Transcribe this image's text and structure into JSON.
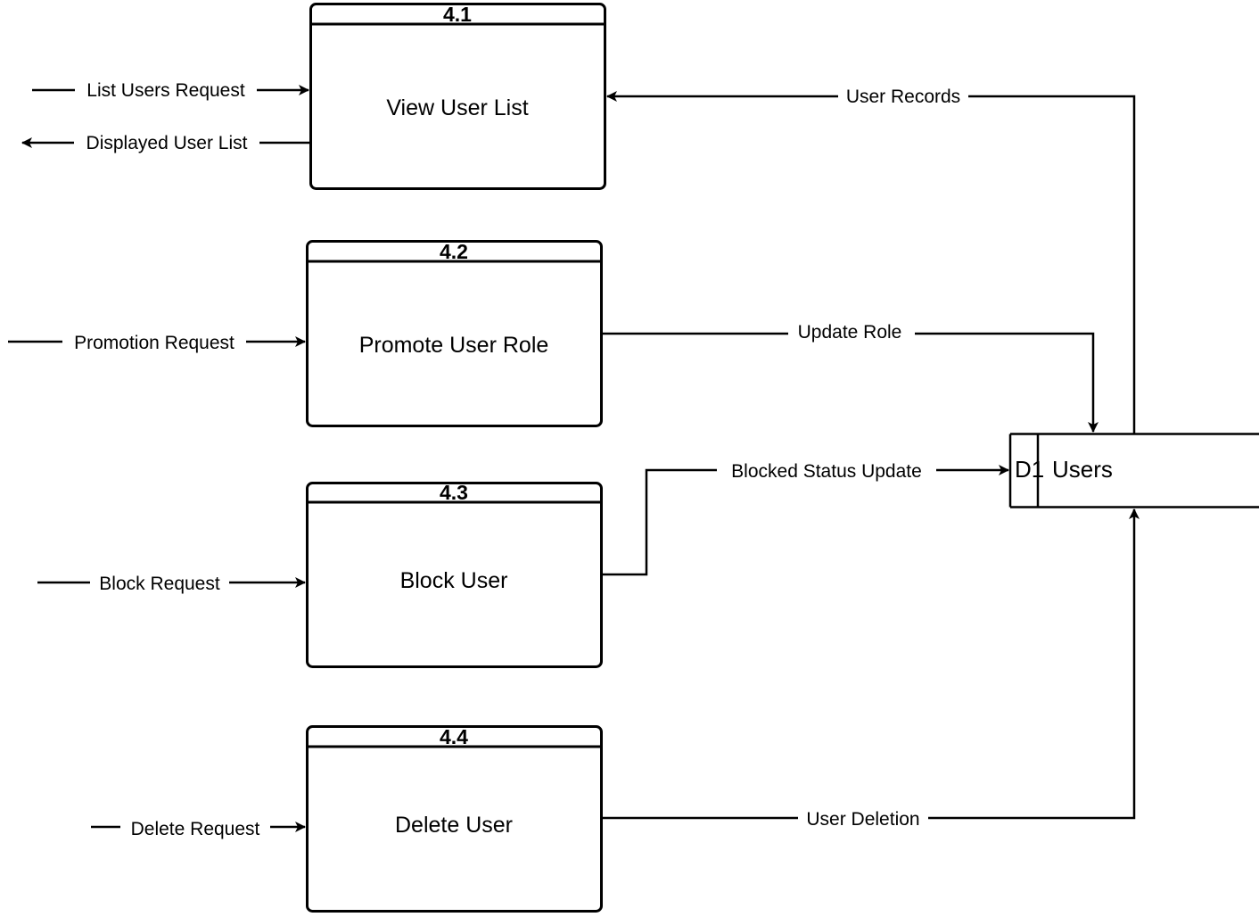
{
  "diagram": {
    "processes": [
      {
        "id": "4.1",
        "title": "View User List"
      },
      {
        "id": "4.2",
        "title": "Promote User Role"
      },
      {
        "id": "4.3",
        "title": "Block User"
      },
      {
        "id": "4.4",
        "title": "Delete User"
      }
    ],
    "data_store": {
      "id": "D1",
      "name": "Users"
    },
    "flows": {
      "list_users_request": "List Users Request",
      "displayed_user_list": "Displayed User List",
      "user_records": "User Records",
      "promotion_request": "Promotion Request",
      "update_role": "Update Role",
      "block_request": "Block Request",
      "blocked_status_update": "Blocked Status Update",
      "delete_request": "Delete Request",
      "user_deletion": "User Deletion"
    }
  }
}
